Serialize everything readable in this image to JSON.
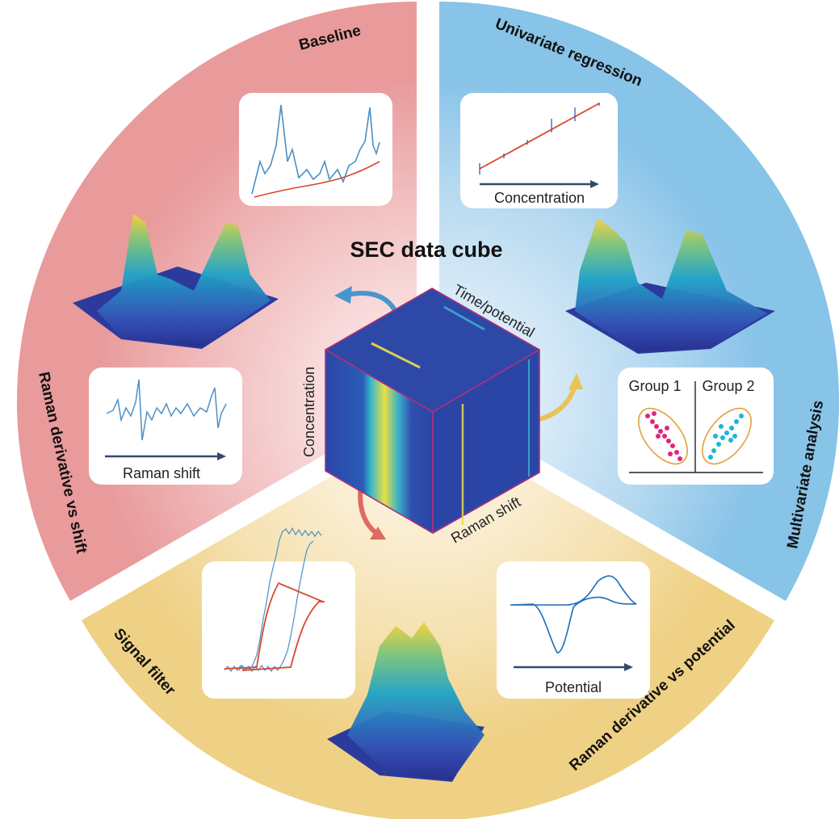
{
  "title": "SEC data cube",
  "cube_axes": {
    "top": "Time/potential",
    "bottom": "Raman shift",
    "left": "Concentration"
  },
  "sectors": {
    "baseline": "Baseline",
    "univariate": "Univariate regression",
    "raman_shift": "Raman derivative vs shift",
    "multivariate": "Multivariate analysis",
    "signal_filter": "Signal filter",
    "raman_potential": "Raman derivative vs potential"
  },
  "panels": {
    "univariate_x": "Concentration",
    "shift_x": "Raman shift",
    "group1": "Group 1",
    "group2": "Group 2",
    "potential_x": "Potential"
  },
  "colors": {
    "pink": "#E99A9B",
    "blue": "#88C3E8",
    "yellow": "#EFD185",
    "cube_edge": "#B0307A"
  }
}
